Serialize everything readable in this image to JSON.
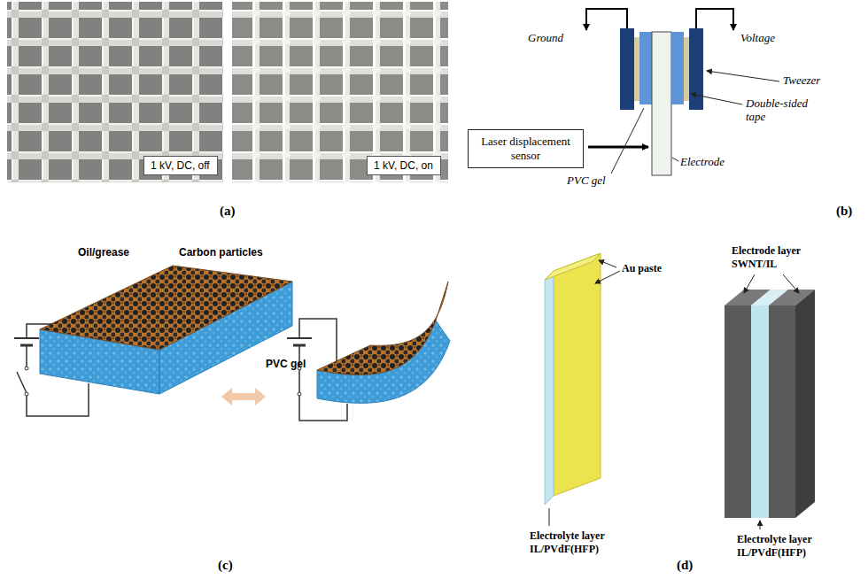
{
  "diagram": {
    "nodes": [
      {
        "text": [
          "1 kV, DC, off"
        ]
      },
      {
        "text": [
          "1 kV, DC, on"
        ]
      },
      {
        "text": [
          "Laser displacement sensor"
        ]
      }
    ],
    "labels": [
      "(a)",
      "Ground",
      "Voltage",
      "Tweezer",
      "Double-sided tape",
      "PVC gel",
      "Electrode",
      "(b)",
      "Oil/grease",
      "Carbon particles",
      "PVC gel",
      "(c)",
      "Au paste",
      "Electrolyte layer IL/PVdF(HFP)",
      "Electrode layer SWNT/IL",
      "Electrolyte layer IL/PVdF(HFP)",
      "(d)"
    ]
  }
}
